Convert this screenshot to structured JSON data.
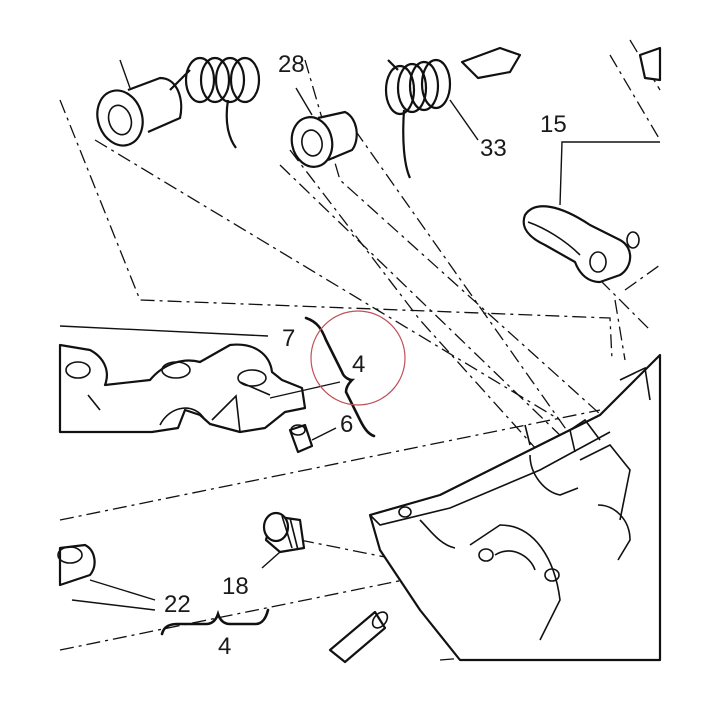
{
  "callouts": {
    "c28": "28",
    "c33": "33",
    "c15": "15",
    "c7": "7",
    "c4_top": "4",
    "c6": "6",
    "c18": "18",
    "c22": "22",
    "c4_bottom": "4"
  },
  "colors": {
    "ink": "#111111",
    "highlight_circle": "#c0505a",
    "background": "#ffffff"
  }
}
